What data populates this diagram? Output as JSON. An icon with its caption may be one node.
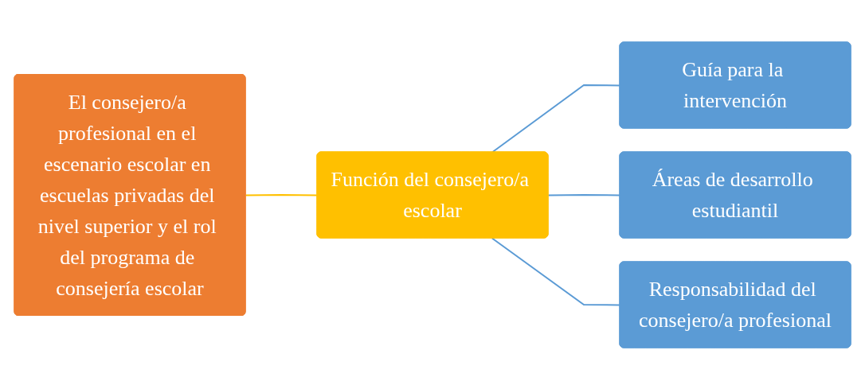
{
  "diagram": {
    "nodes": [
      {
        "text": [
          "El consejero/a profesional en el escenario escolar en escuelas privadas del nivel superior y el rol del programa de consejería escolar"
        ]
      },
      {
        "text": [
          "Función del consejero/a escolar"
        ]
      },
      {
        "text": [
          "Guía para la intervención"
        ]
      },
      {
        "text": [
          "Áreas de desarrollo estudiantil"
        ]
      },
      {
        "text": [
          "Responsabilidad del consejero/a profesional"
        ]
      }
    ],
    "edges": [
      {
        "from": 0,
        "to": 1,
        "arrow": "none",
        "color": "#ffc000"
      },
      {
        "from": 1,
        "to": 2,
        "arrow": "none"
      },
      {
        "from": 1,
        "to": 3,
        "arrow": "none"
      },
      {
        "from": 1,
        "to": 4,
        "arrow": "none"
      }
    ]
  }
}
